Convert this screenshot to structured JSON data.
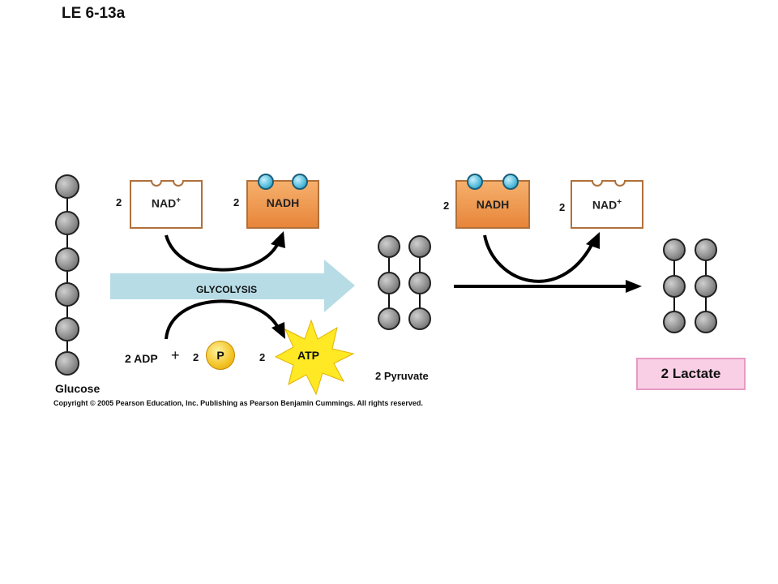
{
  "title": "LE 6-13a",
  "glycolysis": {
    "label": "GLYCOLYSIS",
    "nad_coef": "2",
    "nad_label": "NAD",
    "nad_sup": "+",
    "nadh_coef": "2",
    "nadh_label": "NADH",
    "adp_label": "2 ADP",
    "plus": "+",
    "p_coef": "2",
    "p_label": "P",
    "atp_coef": "2",
    "atp_label": "ATP"
  },
  "lactate_step": {
    "nadh_coef": "2",
    "nadh_label": "NADH",
    "nad_coef": "2",
    "nad_label": "NAD",
    "nad_sup": "+"
  },
  "molecules": {
    "glucose": "Glucose",
    "pyruvate": "2 Pyruvate",
    "lactate": "2 Lactate"
  },
  "colors": {
    "glycolysis_arrow": "#b7dce6",
    "nadh_fill": "#ef9a4e",
    "box_border": "#b0703a",
    "electron": "#4bb7d8",
    "atp_burst": "#ffe824",
    "phosphate": "#f3c326",
    "lactate_box": "#f9cfe5"
  },
  "copyright": "Copyright © 2005 Pearson Education, Inc. Publishing as Pearson Benjamin Cummings. All rights reserved."
}
